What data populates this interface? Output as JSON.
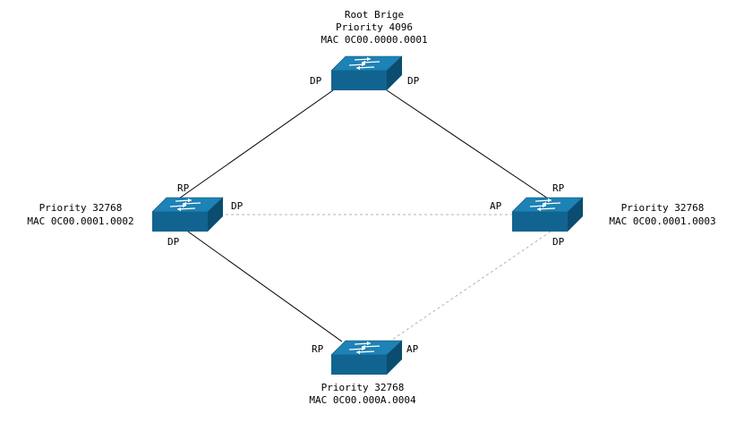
{
  "colors": {
    "switch_front": "#10648f",
    "switch_top": "#1d82b5",
    "switch_side": "#0b4d70",
    "switch_arrow": "#ffffff",
    "active_link": "#000000",
    "blocked_link": "#b3b3b3"
  },
  "switches": [
    {
      "id": "root",
      "icon": "network-switch-icon",
      "lines": [
        "Root Brige",
        "Priority 4096",
        "MAC 0C00.0000.0001"
      ]
    },
    {
      "id": "left",
      "icon": "network-switch-icon",
      "lines": [
        "Priority 32768",
        "MAC 0C00.0001.0002"
      ]
    },
    {
      "id": "right",
      "icon": "network-switch-icon",
      "lines": [
        "Priority 32768",
        "MAC 0C00.0001.0003"
      ]
    },
    {
      "id": "bottom",
      "icon": "network-switch-icon",
      "lines": [
        "Priority 32768",
        "MAC 0C00.000A.0004"
      ]
    }
  ],
  "links": [
    {
      "from": "root",
      "to": "left",
      "status": "forwarding"
    },
    {
      "from": "root",
      "to": "right",
      "status": "forwarding"
    },
    {
      "from": "left",
      "to": "right",
      "status": "blocked"
    },
    {
      "from": "left",
      "to": "bottom",
      "status": "forwarding"
    },
    {
      "from": "right",
      "to": "bottom",
      "status": "blocked"
    }
  ],
  "port_roles": {
    "root_left": "DP",
    "root_right": "DP",
    "left_up": "RP",
    "left_right": "DP",
    "left_down": "DP",
    "right_up": "RP",
    "right_left": "AP",
    "right_down": "DP",
    "bottom_left": "RP",
    "bottom_right": "AP"
  }
}
